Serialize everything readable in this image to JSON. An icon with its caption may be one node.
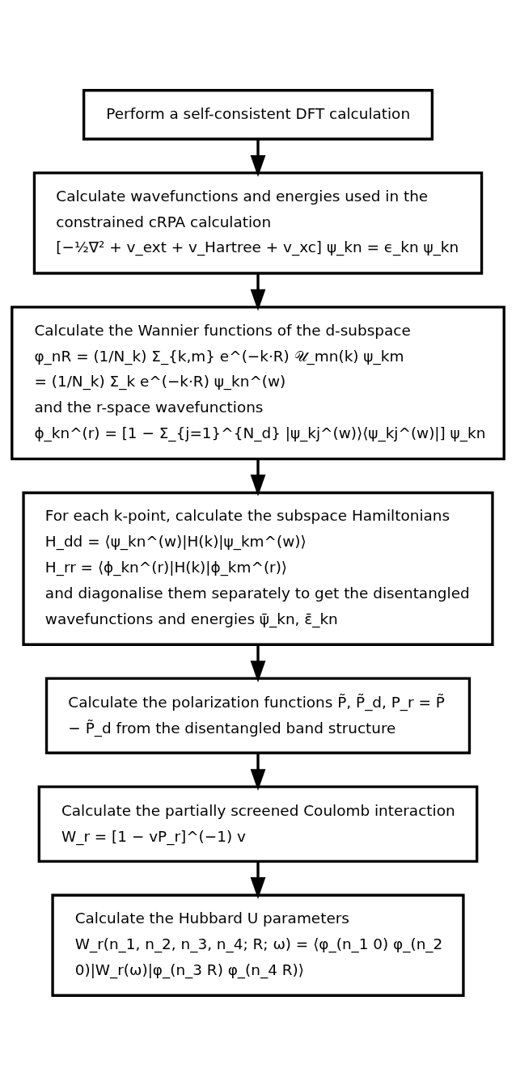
{
  "diagram": {
    "nodes": [
      {
        "text": [
          "Perform a self-consistent DFT calculation"
        ]
      },
      {
        "text": [
          "Calculate wavefunctions and energies used in the constrained cRPA calculation",
          "[−½∇² + v_ext + v_Hartree + v_xc] ψ_kn = ϵ_kn ψ_kn"
        ]
      },
      {
        "text": [
          "Calculate the Wannier functions of the d-subspace",
          "φ_nR = (1/N_k) Σ_{k,m} e^(−k·R) 𝒰_mn(k) ψ_km",
          "= (1/N_k) Σ_k e^(−k·R) ψ_kn^(w)",
          "and the r-space wavefunctions",
          "ϕ_kn^(r) = [1 − Σ_{j=1}^{N_d} |ψ_kj^(w)⟩⟨ψ_kj^(w)|] ψ_kn"
        ]
      },
      {
        "text": [
          "For each k-point, calculate the subspace Hamiltonians",
          "H_dd = ⟨ψ_kn^(w)|H(k)|ψ_km^(w)⟩",
          "H_rr = ⟨ϕ_kn^(r)|H(k)|ϕ_km^(r)⟩",
          "and diagonalise them separately to get the disentangled wavefunctions and energies ψ̄_kn, ε̄_kn"
        ]
      },
      {
        "text": [
          "Calculate the polarization functions P̃, P̃_d, P_r = P̃ − P̃_d from the disentangled band structure"
        ]
      },
      {
        "text": [
          "Calculate the partially screened Coulomb interaction",
          "W_r = [1 − vP_r]^(−1) v"
        ]
      },
      {
        "text": [
          "Calculate the Hubbard U parameters",
          "W_r(n_1, n_2, n_3, n_4; R; ω) = ⟨φ_(n_1 0) φ_(n_2 0)|W_r(ω)|φ_(n_3 R) φ_(n_4 R)⟩"
        ]
      }
    ],
    "edges": [
      {
        "from": 0,
        "to": 1,
        "arrow": "to"
      },
      {
        "from": 1,
        "to": 2,
        "arrow": "to"
      },
      {
        "from": 2,
        "to": 3,
        "arrow": "to"
      },
      {
        "from": 3,
        "to": 4,
        "arrow": "to"
      },
      {
        "from": 4,
        "to": 5,
        "arrow": "to"
      },
      {
        "from": 5,
        "to": 6,
        "arrow": "to"
      }
    ]
  }
}
